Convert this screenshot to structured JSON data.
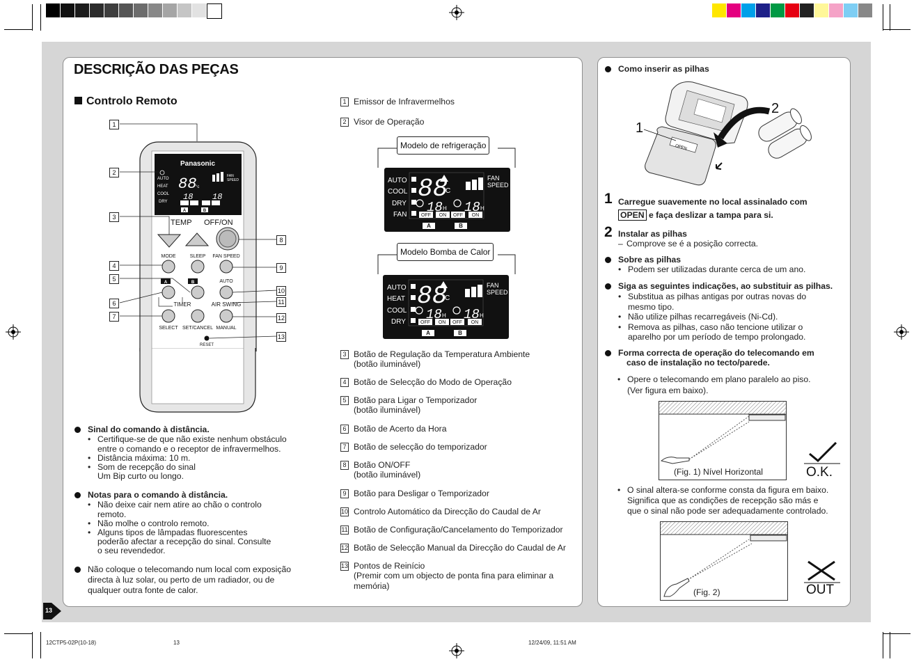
{
  "title": "DESCRIÇÃO DAS PEÇAS",
  "section": "Controlo Remoto",
  "remote": {
    "brand": "Panasonic",
    "lcd": {
      "auto": "AUTO",
      "heat": "HEAT",
      "cool": "COOL",
      "dry": "DRY",
      "fan_speed_1": "FAN",
      "fan_speed_2": "SPEED",
      "digits": "88",
      "deg": "°c",
      "timer": "18",
      "h": "H",
      "off": "OFF",
      "on": "ON",
      "a": "A",
      "b": "B"
    },
    "temp": "TEMP",
    "offon": "OFF/ON",
    "mode": "MODE",
    "sleep": "SLEEP",
    "fanspeed": "FAN SPEED",
    "auto": "AUTO",
    "timer": "TIMER",
    "airswing": "AIR SWING",
    "select": "SELECT",
    "setcancel": "SET/CANCEL",
    "manual": "MANUAL",
    "reset": "RESET",
    "a": "A",
    "b": "B"
  },
  "callout_numbers": [
    "1",
    "2",
    "3",
    "4",
    "5",
    "6",
    "7",
    "8",
    "9",
    "10",
    "11",
    "12",
    "13"
  ],
  "parts_top": [
    {
      "n": "1",
      "text": "Emissor de Infravermelhos"
    },
    {
      "n": "2",
      "text": "Visor de Operação"
    }
  ],
  "lcd_cool": {
    "label": "Modelo de refrigeração",
    "modes": [
      "AUTO",
      "COOL",
      "DRY",
      "FAN"
    ],
    "fan1": "FAN",
    "fan2": "SPEED",
    "digits": "88",
    "deg": "°C",
    "timer": "18",
    "h": "H",
    "off": "OFF",
    "on": "ON",
    "a": "A",
    "b": "B"
  },
  "lcd_heat": {
    "label": "Modelo Bomba de Calor",
    "modes": [
      "AUTO",
      "HEAT",
      "COOL",
      "DRY"
    ],
    "fan1": "FAN",
    "fan2": "SPEED",
    "digits": "88",
    "deg": "°C",
    "timer": "18",
    "h": "H",
    "off": "OFF",
    "on": "ON",
    "a": "A",
    "b": "B"
  },
  "parts": [
    {
      "n": "3",
      "line1": "Botão de Regulação da Temperatura Ambiente",
      "line2": "(botão iluminável)"
    },
    {
      "n": "4",
      "line1": "Botão de Selecção do Modo de Operação",
      "line2": ""
    },
    {
      "n": "5",
      "line1": "Botão para Ligar o Temporizador",
      "line2": "(botão iluminável)"
    },
    {
      "n": "6",
      "line1": "Botão de Acerto da Hora",
      "line2": ""
    },
    {
      "n": "7",
      "line1": "Botão de selecção do temporizador",
      "line2": ""
    },
    {
      "n": "8",
      "line1": "Botão ON/OFF",
      "line2": "(botão iluminável)"
    },
    {
      "n": "9",
      "line1": "Botão para Desligar o Temporizador",
      "line2": ""
    },
    {
      "n": "10",
      "line1": "Controlo Automático da Direcção do Caudal de Ar",
      "line2": ""
    },
    {
      "n": "11",
      "line1": "Botão de Configuração/Cancelamento do Temporizador",
      "line2": ""
    },
    {
      "n": "12",
      "line1": "Botão de Selecção Manual da Direcção do Caudal de Ar",
      "line2": ""
    },
    {
      "n": "13",
      "line1": "Pontos de Reinício",
      "line2": "(Premir com um objecto de ponta fina para eliminar a",
      "line3": "memória)"
    }
  ],
  "signal": {
    "heading": "Sinal do comando à distância.",
    "items": [
      "Certifique-se de que não existe nenhum obstáculo",
      "entre o comando e o receptor de infravermelhos.",
      "Distância máxima: 10 m.",
      "Som de recepção do sinal",
      "Um Bip curto ou longo."
    ]
  },
  "notes": {
    "heading": "Notas para o comando à distância.",
    "items": [
      "Não deixe cair nem atire ao chão o controlo",
      "remoto.",
      "Não molhe o controlo remoto.",
      "Alguns tipos de lâmpadas fluorescentes",
      "poderão afectar a recepção do sinal. Consulte",
      "o seu revendedor."
    ]
  },
  "sun": [
    "Não coloque o telecomando num local com exposição",
    "directa à luz solar, ou perto de um radiador, ou de",
    "qualquer outra fonte de calor."
  ],
  "right": {
    "insert_heading": "Como inserir as pilhas",
    "fig_1": "1",
    "fig_2": "2",
    "open_label": "OPEN",
    "step1_a": "Carregue suavemente no local assinalado com",
    "step1_open": "OPEN",
    "step1_b": "e faça deslizar a tampa para si.",
    "step2": "Instalar as pilhas",
    "step2_sub": "Comprove se é a posição correcta.",
    "about_heading": "Sobre as pilhas",
    "about_item": "Podem ser utilizadas durante cerca de um ano.",
    "replace_heading": "Siga as seguintes indicações, ao substituir as pilhas.",
    "replace_items": [
      "Substitua as pilhas antigas por outras novas do",
      "mesmo tipo.",
      "Não utilize pilhas recarregáveis (Ni-Cd).",
      "Remova as pilhas, caso não tencione utilizar o",
      "aparelho por um período de tempo prolongado."
    ],
    "ceiling_heading_1": "Forma correcta de operação do telecomando em",
    "ceiling_heading_2": "caso de instalação no tecto/parede.",
    "ceiling_item_1": "Opere o telecomando em plano paralelo ao piso.",
    "ceiling_item_2": "(Ver figura em baixo).",
    "fig1_caption": "(Fig. 1) Nível Horizontal",
    "ok": "O.K.",
    "signal_note": [
      "O sinal altera-se conforme consta da figura em baixo.",
      "Significa que as condições de recepção são más e",
      "que o sinal não pode ser adequadamente controlado."
    ],
    "fig2_caption": "(Fig. 2)",
    "out": "OUT"
  },
  "page_number": "13",
  "footer": {
    "code": "12CTP5-02P(10-18)",
    "page": "13",
    "date": "12/24/09, 11:51 AM"
  },
  "colors": {
    "band": "#d6d6d6",
    "panel_border": "#8f8f8f",
    "lcd": "#111111",
    "remote_body": "#e6e6e6"
  }
}
